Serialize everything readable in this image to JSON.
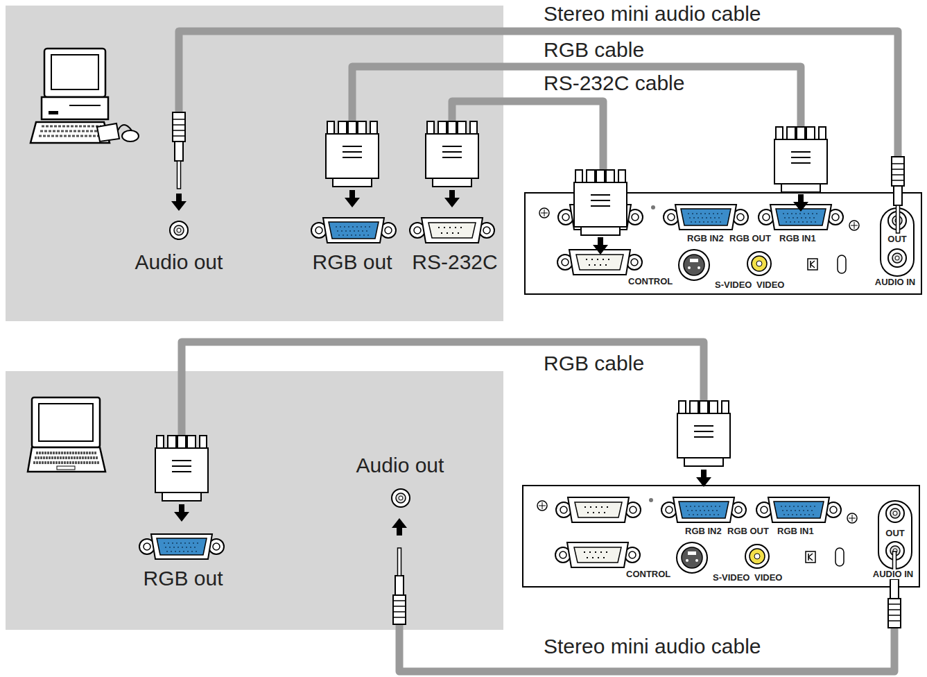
{
  "diagram": {
    "labels": [
      "Stereo mini audio cable",
      "RGB cable",
      "RS-232C cable",
      "Audio out",
      "RGB out",
      "RS-232C",
      "RGB IN2",
      "RGB OUT",
      "RGB IN1",
      "CONTROL",
      "S-VIDEO",
      "VIDEO",
      "OUT",
      "AUDIO IN",
      "RGB cable",
      "Audio out",
      "RGB out",
      "RGB IN2",
      "RGB OUT",
      "RGB IN1",
      "CONTROL",
      "S-VIDEO",
      "VIDEO",
      "OUT",
      "AUDIO IN",
      "Stereo mini audio cable"
    ]
  }
}
